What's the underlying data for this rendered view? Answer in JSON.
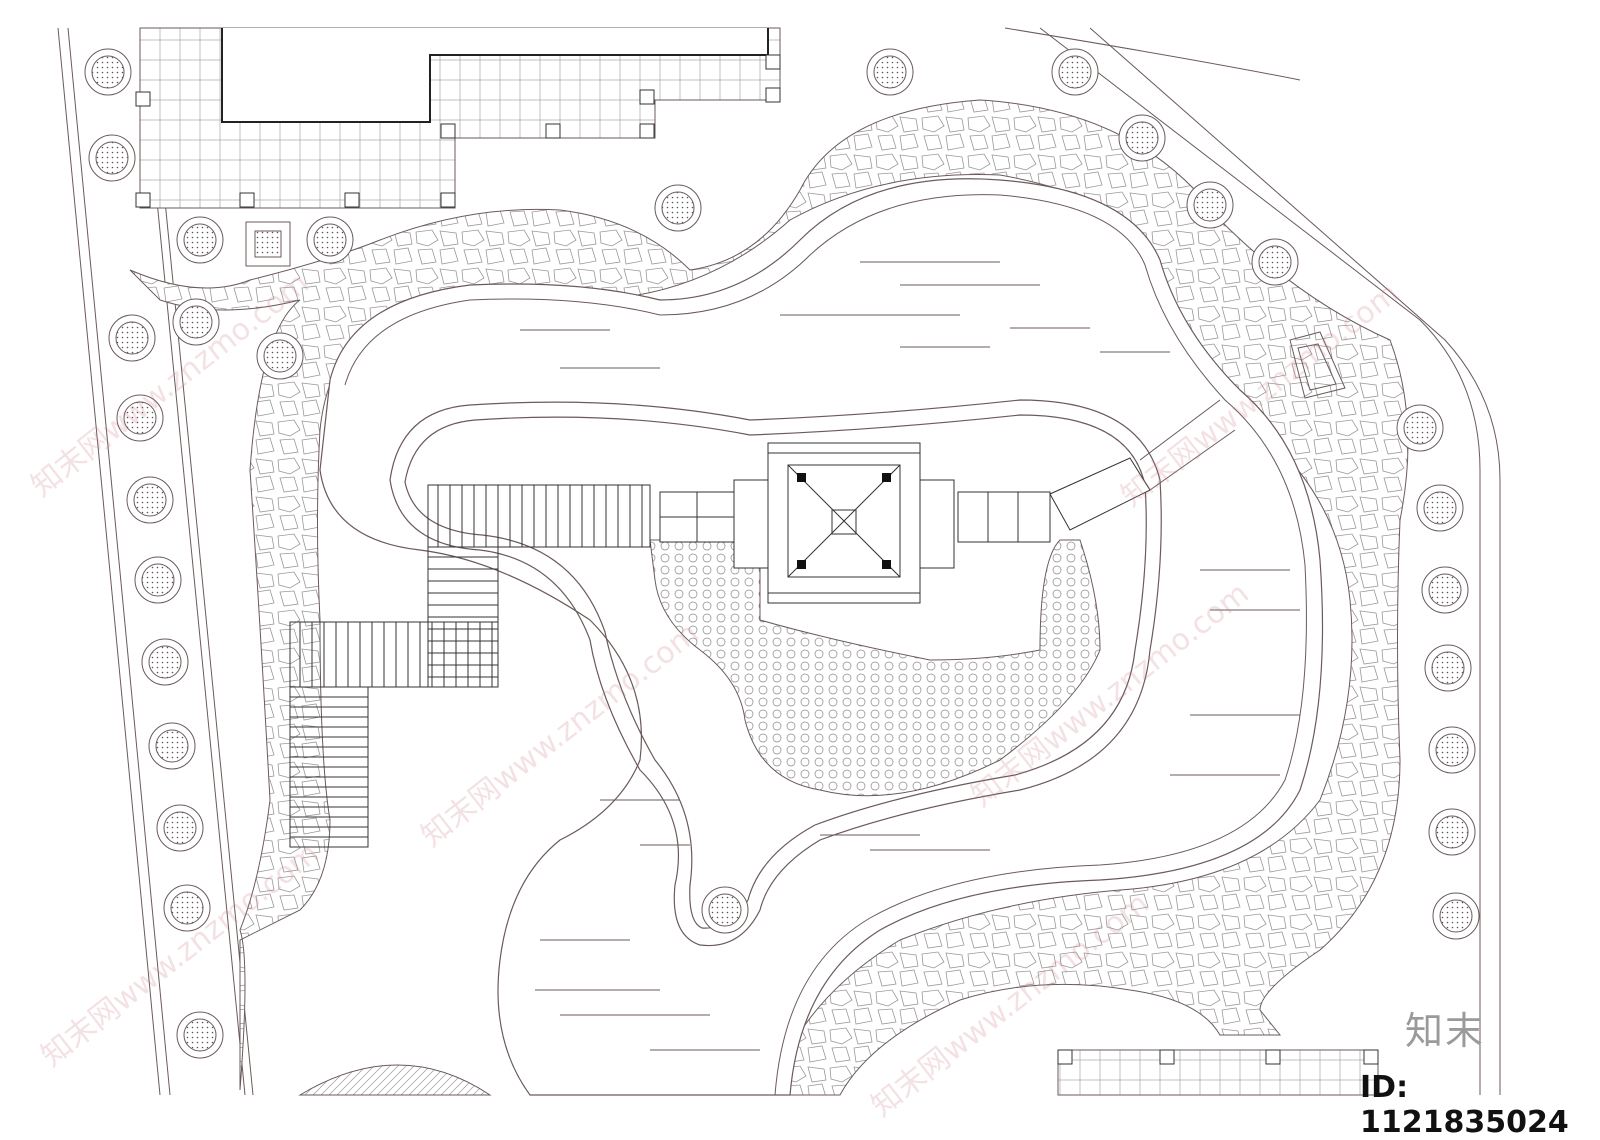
{
  "brand": {
    "logo_text": "知末",
    "image_id": "ID: 1121835024"
  },
  "watermark": {
    "text": "知末网www.znzmo.com"
  },
  "colors": {
    "line": "#6b5a5a",
    "dark": "#222222",
    "dot": "#555555",
    "watermark": "#c87882"
  }
}
